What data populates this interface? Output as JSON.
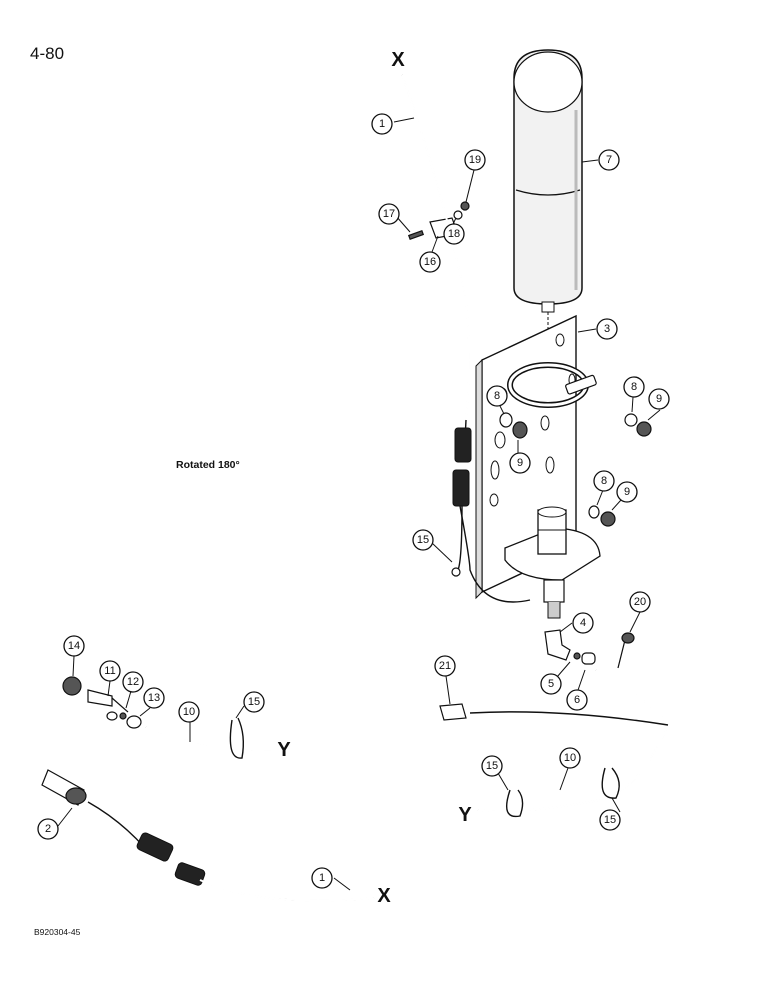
{
  "page_number": "4-80",
  "note": "Rotated 180°",
  "figure_id": "B920304-45",
  "wire_end_labels": {
    "x": "X",
    "y": "Y"
  },
  "callouts": [
    {
      "id": "1"
    },
    {
      "id": "2"
    },
    {
      "id": "3"
    },
    {
      "id": "4"
    },
    {
      "id": "5"
    },
    {
      "id": "6"
    },
    {
      "id": "7"
    },
    {
      "id": "8"
    },
    {
      "id": "9"
    },
    {
      "id": "10"
    },
    {
      "id": "11"
    },
    {
      "id": "12"
    },
    {
      "id": "13"
    },
    {
      "id": "14"
    },
    {
      "id": "15"
    },
    {
      "id": "16"
    },
    {
      "id": "17"
    },
    {
      "id": "18"
    },
    {
      "id": "19"
    },
    {
      "id": "20"
    },
    {
      "id": "21"
    }
  ]
}
